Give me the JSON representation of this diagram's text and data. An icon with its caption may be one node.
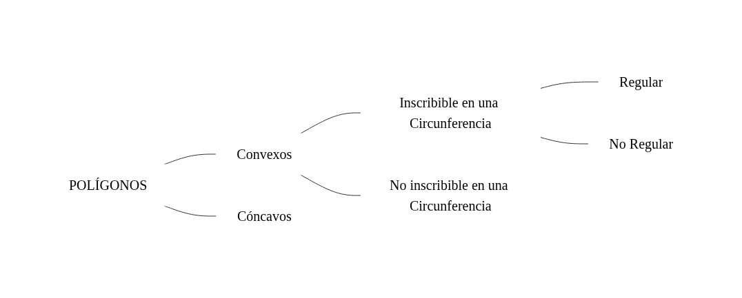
{
  "diagram": {
    "nodes": [
      {
        "text": [
          "POLÍGONOS"
        ]
      },
      {
        "text": [
          "Convexos"
        ]
      },
      {
        "text": [
          "Cóncavos"
        ]
      },
      {
        "text": [
          "Inscribible en una Circunferencia"
        ]
      },
      {
        "text": [
          "No inscribible en una Circunferencia"
        ]
      },
      {
        "text": [
          "Regular"
        ]
      },
      {
        "text": [
          "No Regular"
        ]
      }
    ],
    "edges": [
      {
        "from": 0,
        "to": 1,
        "arrow": "none"
      },
      {
        "from": 0,
        "to": 2,
        "arrow": "none"
      },
      {
        "from": 1,
        "to": 3,
        "arrow": "none"
      },
      {
        "from": 1,
        "to": 4,
        "arrow": "none"
      },
      {
        "from": 3,
        "to": 5,
        "arrow": "none"
      },
      {
        "from": 3,
        "to": 6,
        "arrow": "none"
      }
    ]
  }
}
